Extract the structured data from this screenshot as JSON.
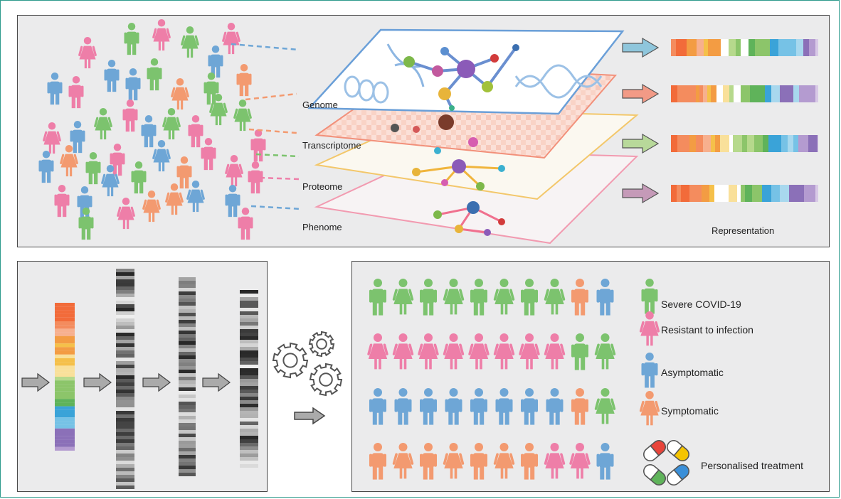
{
  "layers": [
    {
      "id": "genome",
      "label": "Genome"
    },
    {
      "id": "transcriptome",
      "label": "Transcriptome"
    },
    {
      "id": "proteome",
      "label": "Proteome"
    },
    {
      "id": "phenome",
      "label": "Phenome"
    }
  ],
  "representation_label": "Representation",
  "legend": [
    {
      "key": "severe",
      "label": "Severe COVID-19",
      "color": "#7cc36e"
    },
    {
      "key": "resistant",
      "label": "Resistant to infection",
      "color": "#ee7ea8"
    },
    {
      "key": "asymptomatic",
      "label": "Asymptomatic",
      "color": "#6ea6d6"
    },
    {
      "key": "symptomatic",
      "label": "Symptomatic",
      "color": "#f39a70"
    }
  ],
  "treatment_label": "Personalised treatment",
  "colors": {
    "green": "#7cc36e",
    "pink": "#ee7ea8",
    "blue": "#6ea6d6",
    "orange": "#f39a70",
    "frame": "#2e9a8c",
    "panel": "#ebebec"
  },
  "outcome_rows": [
    [
      "green",
      "green",
      "green",
      "green",
      "green",
      "green",
      "green",
      "green",
      "orange",
      "blue"
    ],
    [
      "pink",
      "pink",
      "pink",
      "pink",
      "pink",
      "pink",
      "pink",
      "pink",
      "green",
      "green"
    ],
    [
      "blue",
      "blue",
      "blue",
      "blue",
      "blue",
      "blue",
      "blue",
      "blue",
      "orange",
      "green"
    ],
    [
      "orange",
      "orange",
      "orange",
      "orange",
      "orange",
      "orange",
      "orange",
      "pink",
      "pink",
      "blue"
    ]
  ]
}
